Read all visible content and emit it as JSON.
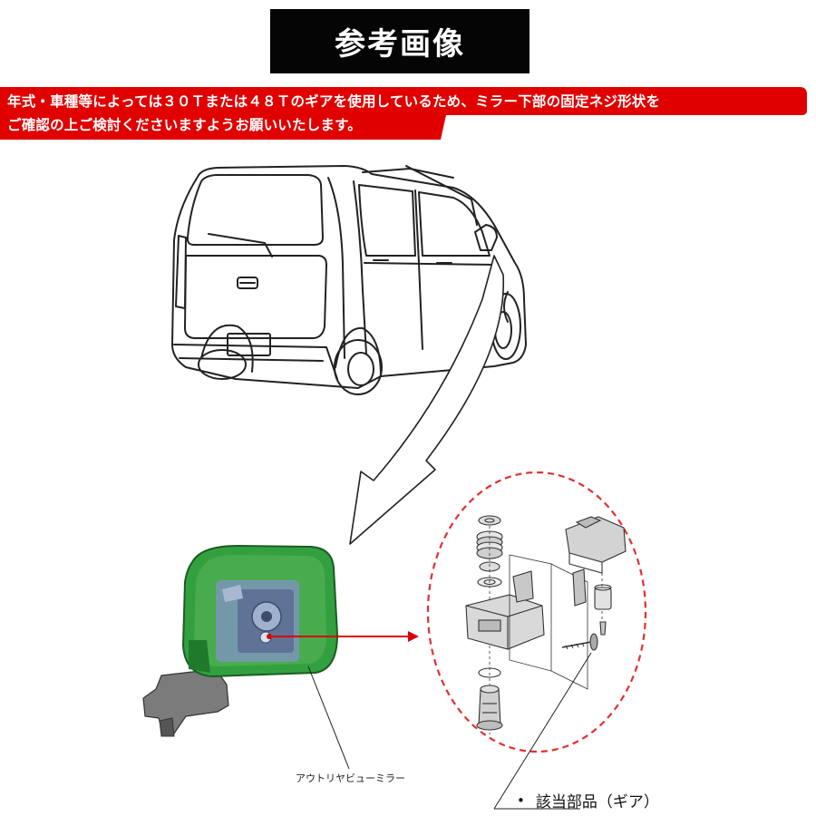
{
  "title": "参考画像",
  "notice": {
    "line1": "年式・車種等によっては３０Ｔまたは４８Ｔのギアを使用しているため、ミラー下部の固定ネジ形状を",
    "line2": "ご確認の上ご検討くださいますようお願いいたします。"
  },
  "mirror_caption": "アウトリヤビューミラー",
  "part_label": {
    "bullet": "•",
    "text": "該当部品（ギア）"
  },
  "colors": {
    "title_bg": "#050505",
    "banner_red": "#e00000",
    "mirror_green": "#2f9a3c",
    "pointer_red": "#d80000",
    "dashed_circle": "#e23030"
  }
}
